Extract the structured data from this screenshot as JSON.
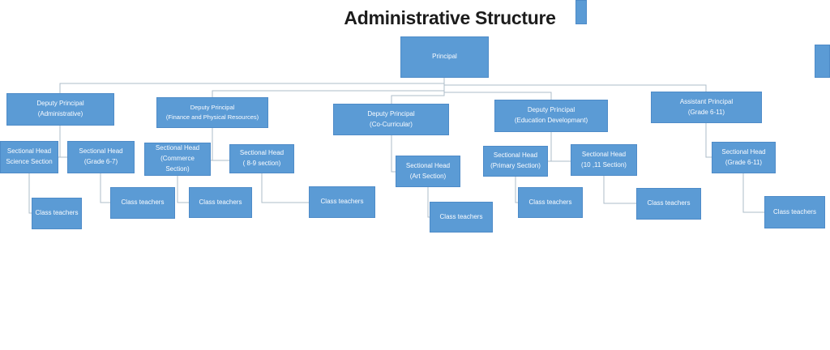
{
  "title": "Administrative Structure",
  "colors": {
    "background": "#FFFFFF",
    "node_fill": "#5B9BD5",
    "node_border": "#4E8BC8",
    "node_text": "#FAFCFF",
    "connector": "#AEBCC9",
    "title_text": "#1C1C1C"
  },
  "org_chart": {
    "type": "org-tree",
    "nodes": [
      {
        "id": "principal",
        "lines": [
          "Principal"
        ],
        "parent": null
      },
      {
        "id": "dp-administrative",
        "lines": [
          "Deputy Principal",
          "(Administrative)"
        ],
        "parent": "principal"
      },
      {
        "id": "dp-finance",
        "lines": [
          "Deputy Principal",
          "(Finance and Physical Resources)"
        ],
        "parent": "principal"
      },
      {
        "id": "dp-cocurricular",
        "lines": [
          "Deputy Principal",
          "(Co-Curricular)"
        ],
        "parent": "principal"
      },
      {
        "id": "dp-education",
        "lines": [
          "Deputy Principal",
          "(Education Developmant)"
        ],
        "parent": "principal"
      },
      {
        "id": "ap-grade-6-11",
        "lines": [
          "Assistant Principal",
          "(Grade 6-11)"
        ],
        "parent": "principal"
      },
      {
        "id": "sh-science",
        "lines": [
          "Sectional Head",
          "Science Section"
        ],
        "parent": "dp-administrative"
      },
      {
        "id": "sh-grade-6-7",
        "lines": [
          "Sectional Head",
          "(Grade 6-7)"
        ],
        "parent": "dp-administrative"
      },
      {
        "id": "sh-commerce",
        "lines": [
          "Sectional Head",
          "(Commerce",
          "Section)"
        ],
        "parent": "dp-finance"
      },
      {
        "id": "sh-8-9",
        "lines": [
          "Sectional Head",
          "( 8-9 section)"
        ],
        "parent": "dp-finance"
      },
      {
        "id": "sh-art",
        "lines": [
          "Sectional Head",
          "(Art Section)"
        ],
        "parent": "dp-cocurricular"
      },
      {
        "id": "sh-primary",
        "lines": [
          "Sectional Head",
          "(Primary Section)"
        ],
        "parent": "dp-education"
      },
      {
        "id": "sh-10-11",
        "lines": [
          "Sectional Head",
          "(10 ,11 Section)"
        ],
        "parent": "dp-education"
      },
      {
        "id": "sh-grade-6-11",
        "lines": [
          "Sectional Head",
          "(Grade 6-11)"
        ],
        "parent": "ap-grade-6-11"
      },
      {
        "id": "ct-science",
        "lines": [
          "Class teachers"
        ],
        "parent": "sh-science"
      },
      {
        "id": "ct-grade-6-7",
        "lines": [
          "Class teachers"
        ],
        "parent": "sh-grade-6-7"
      },
      {
        "id": "ct-commerce",
        "lines": [
          "Class teachers"
        ],
        "parent": "sh-commerce"
      },
      {
        "id": "ct-8-9",
        "lines": [
          "Class teachers"
        ],
        "parent": "sh-8-9"
      },
      {
        "id": "ct-art",
        "lines": [
          "Class teachers"
        ],
        "parent": "sh-art"
      },
      {
        "id": "ct-primary",
        "lines": [
          "Class teachers"
        ],
        "parent": "sh-primary"
      },
      {
        "id": "ct-10-11",
        "lines": [
          "Class teachers"
        ],
        "parent": "sh-10-11"
      },
      {
        "id": "ct-grade-6-11",
        "lines": [
          "Class teachers"
        ],
        "parent": "sh-grade-6-11"
      }
    ],
    "partial_shapes": [
      {
        "id": "cutoff-box-top"
      },
      {
        "id": "cutoff-box-right"
      }
    ]
  }
}
